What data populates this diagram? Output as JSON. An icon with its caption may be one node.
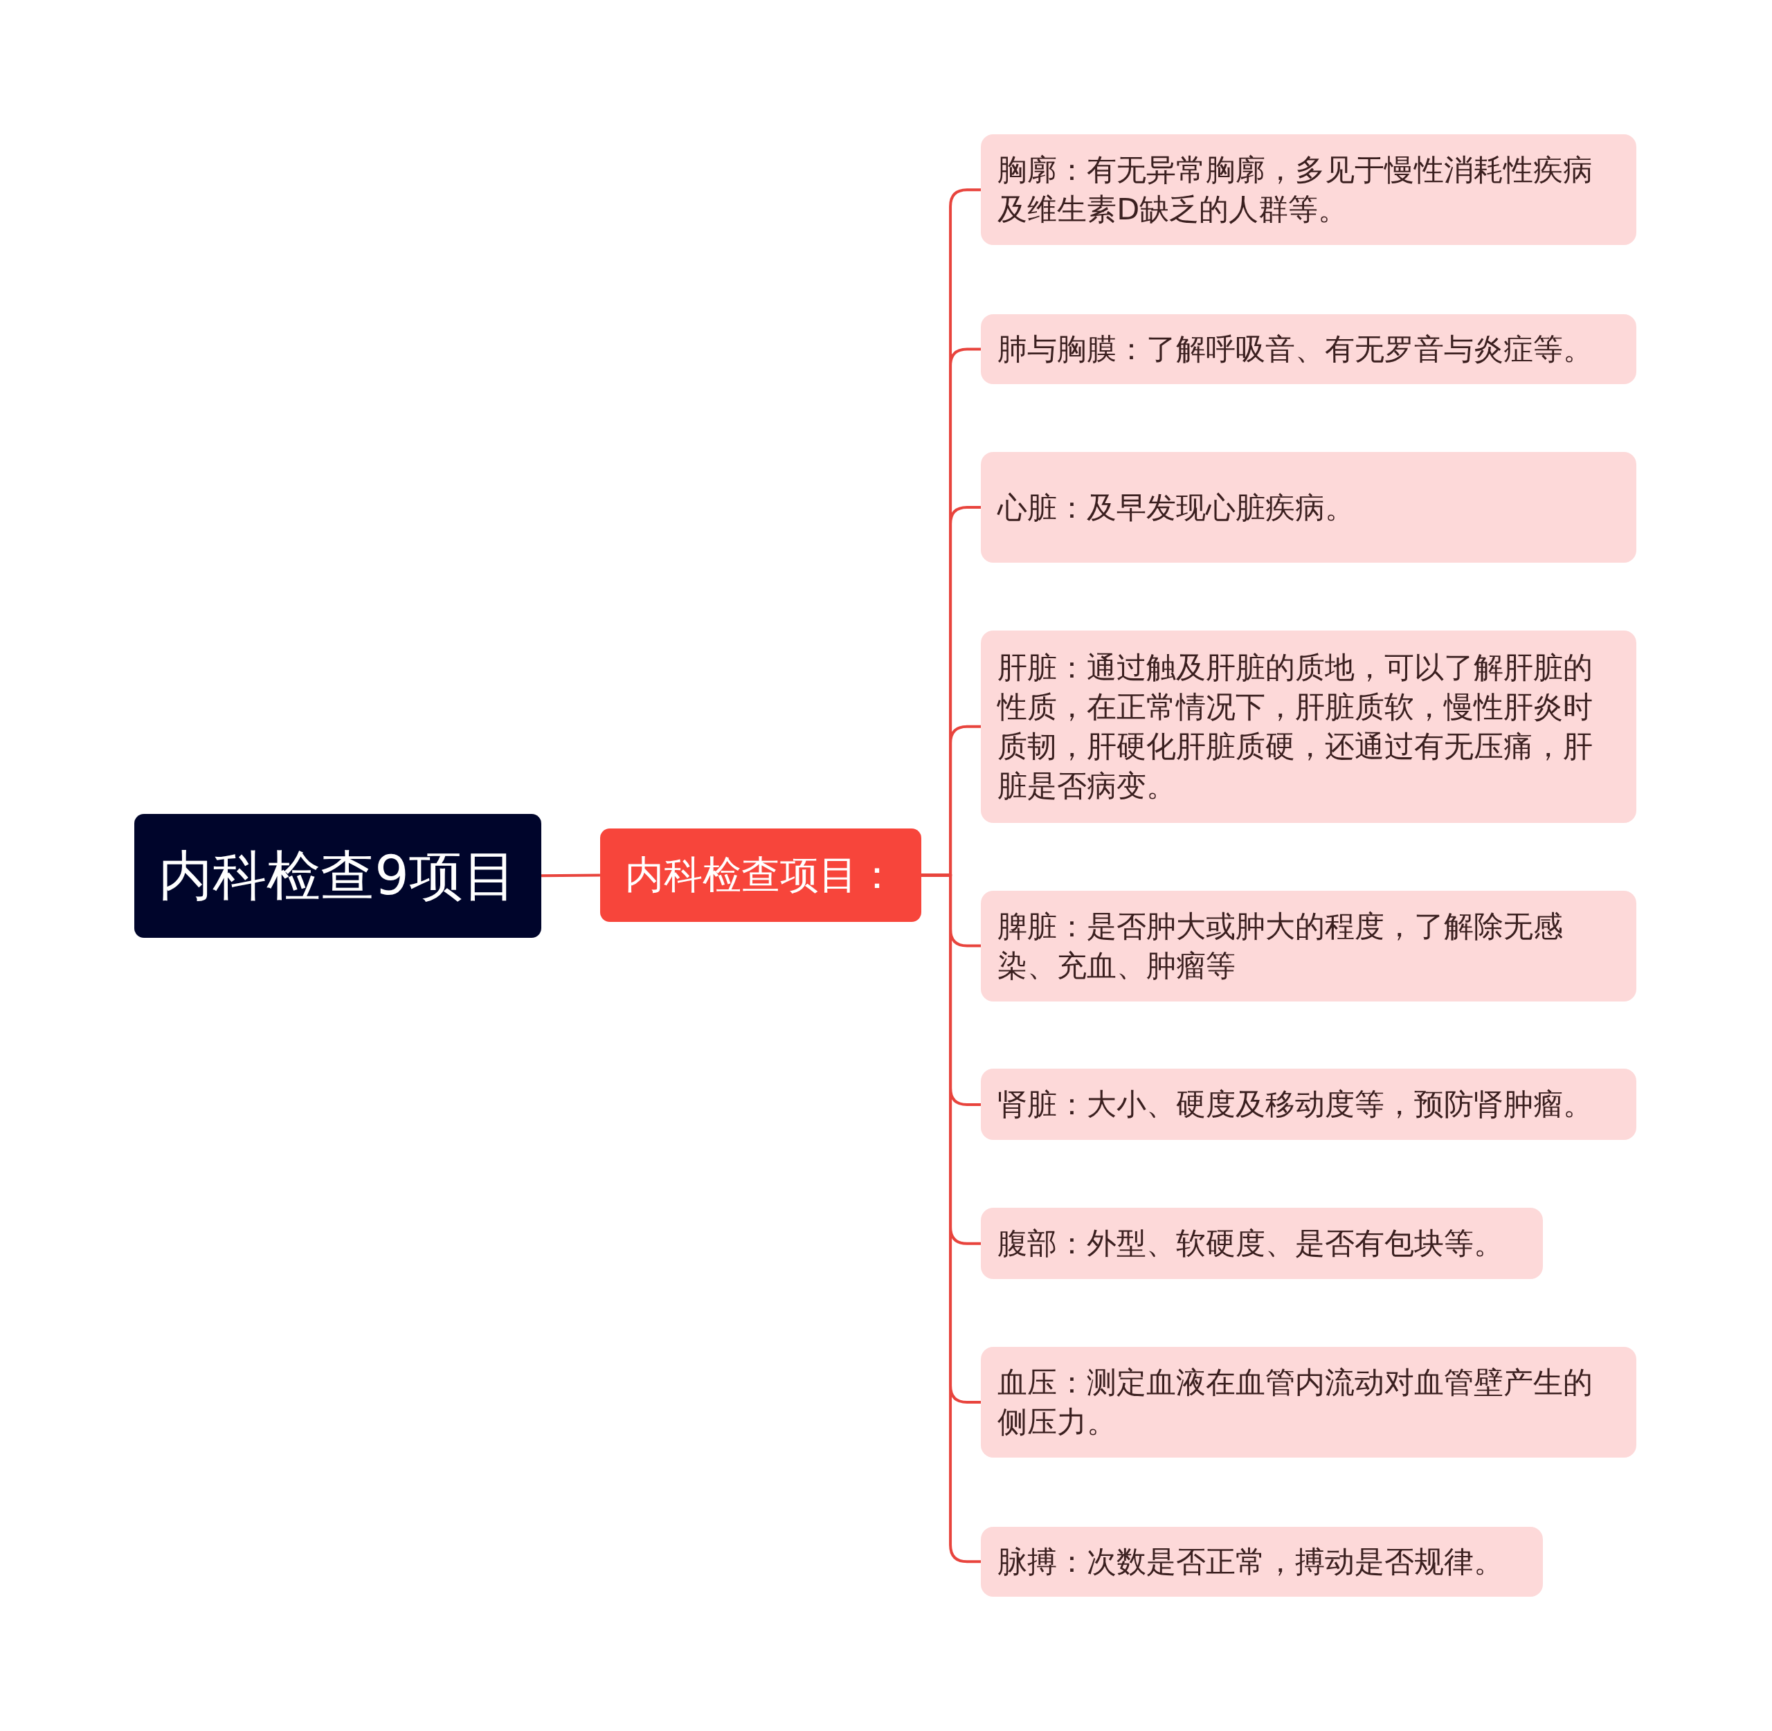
{
  "diagram": {
    "nodes": [
      {
        "text": [
          "内科检查9项目"
        ]
      },
      {
        "text": [
          "内科检查项目："
        ]
      },
      {
        "text": [
          "胸廓：有无异常胸廓，多见于慢性消耗性疾病及维生素D缺乏的人群等。"
        ]
      },
      {
        "text": [
          "肺与胸膜：了解呼吸音、有无罗音与炎症等。"
        ]
      },
      {
        "text": [
          "心脏：及早发现心脏疾病。"
        ]
      },
      {
        "text": [
          "肝脏：通过触及肝脏的质地，可以了解肝脏的性质，在正常情况下，肝脏质软，慢性肝炎时质韧，肝硬化肝脏质硬，还通过有无压痛，肝脏是否病变。"
        ]
      },
      {
        "text": [
          "脾脏：是否肿大或肿大的程度，了解除无感染、充血、肿瘤等"
        ]
      },
      {
        "text": [
          "肾脏：大小、硬度及移动度等，预防肾肿瘤。"
        ]
      },
      {
        "text": [
          "腹部：外型、软硬度、是否有包块等。"
        ]
      },
      {
        "text": [
          "血压：测定血液在血管内流动对血管壁产生的侧压力。"
        ]
      },
      {
        "text": [
          "脉搏：次数是否正常，搏动是否规律。"
        ]
      }
    ],
    "edges": [
      {
        "from": 0,
        "to": 1,
        "arrow": "none"
      },
      {
        "from": 1,
        "to": 2,
        "arrow": "none"
      },
      {
        "from": 1,
        "to": 3,
        "arrow": "none"
      },
      {
        "from": 1,
        "to": 4,
        "arrow": "none"
      },
      {
        "from": 1,
        "to": 5,
        "arrow": "none"
      },
      {
        "from": 1,
        "to": 6,
        "arrow": "none"
      },
      {
        "from": 1,
        "to": 7,
        "arrow": "none"
      },
      {
        "from": 1,
        "to": 8,
        "arrow": "none"
      },
      {
        "from": 1,
        "to": 9,
        "arrow": "none"
      },
      {
        "from": 1,
        "to": 10,
        "arrow": "none"
      }
    ]
  }
}
